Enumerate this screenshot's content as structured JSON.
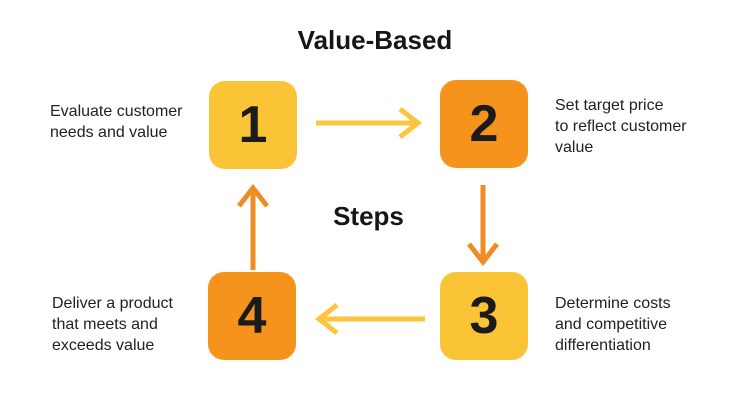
{
  "title": "Value-Based",
  "subtitle": "Steps",
  "colors": {
    "yellow": "#FBC437",
    "orange": "#F6931D",
    "arrow_yellow": "#FCC53D",
    "arrow_orange": "#EF8C23",
    "text": "#222222"
  },
  "steps": [
    {
      "number": "1",
      "box_color": "#FBC437",
      "label": "Evaluate customer\nneeds and value"
    },
    {
      "number": "2",
      "box_color": "#F6931D",
      "label": "Set target price\nto reflect customer\nvalue"
    },
    {
      "number": "3",
      "box_color": "#FBC437",
      "label": "Determine costs\nand competitive\ndifferentiation"
    },
    {
      "number": "4",
      "box_color": "#F6931D",
      "label": "Deliver a product\nthat meets and\nexceeds value"
    }
  ],
  "arrows": [
    {
      "from": "1",
      "to": "2",
      "direction": "right",
      "color": "#FCC53D"
    },
    {
      "from": "2",
      "to": "3",
      "direction": "down",
      "color": "#EF8C23"
    },
    {
      "from": "3",
      "to": "4",
      "direction": "left",
      "color": "#FCC53D"
    },
    {
      "from": "4",
      "to": "1",
      "direction": "up",
      "color": "#EF8C23"
    }
  ]
}
